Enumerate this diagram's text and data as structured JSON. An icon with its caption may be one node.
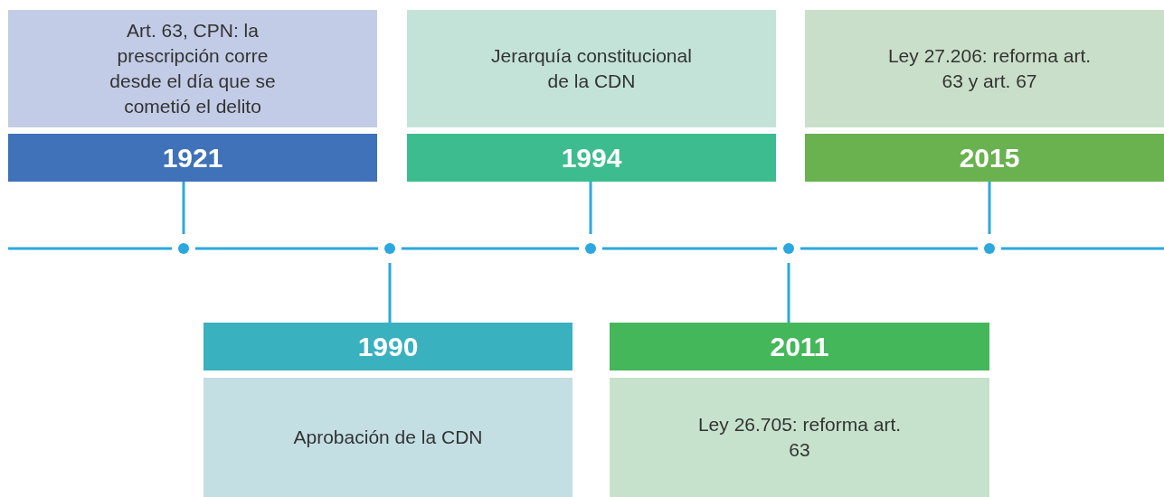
{
  "diagram": {
    "nodes": [
      {
        "text": [
          "Art. 63, CPN: la prescripción corre desde el día que se cometió el delito"
        ]
      },
      {
        "text": [
          "1921"
        ]
      },
      {
        "text": [
          "Jerarquía constitucional de la CDN"
        ]
      },
      {
        "text": [
          "1994"
        ]
      },
      {
        "text": [
          "Ley 27.206: reforma art. 63 y art. 67"
        ]
      },
      {
        "text": [
          "2015"
        ]
      },
      {
        "text": [],
        "shape": "circle"
      },
      {
        "text": [],
        "shape": "circle"
      },
      {
        "text": [],
        "shape": "circle"
      },
      {
        "text": [],
        "shape": "circle"
      },
      {
        "text": [],
        "shape": "circle"
      },
      {
        "text": [
          "1990"
        ]
      },
      {
        "text": [
          "Aprobación de la CDN"
        ]
      },
      {
        "text": [
          "2011"
        ]
      },
      {
        "text": [
          "Ley 26.705: reforma art. 63"
        ]
      }
    ],
    "edges": [
      {
        "from": 1,
        "to": 6,
        "arrow": "none"
      },
      {
        "from": 11,
        "to": 7,
        "arrow": "none"
      },
      {
        "from": 3,
        "to": 8,
        "arrow": "none"
      },
      {
        "from": 13,
        "to": 9,
        "arrow": "none"
      },
      {
        "from": 5,
        "to": 10,
        "arrow": "none"
      }
    ]
  }
}
